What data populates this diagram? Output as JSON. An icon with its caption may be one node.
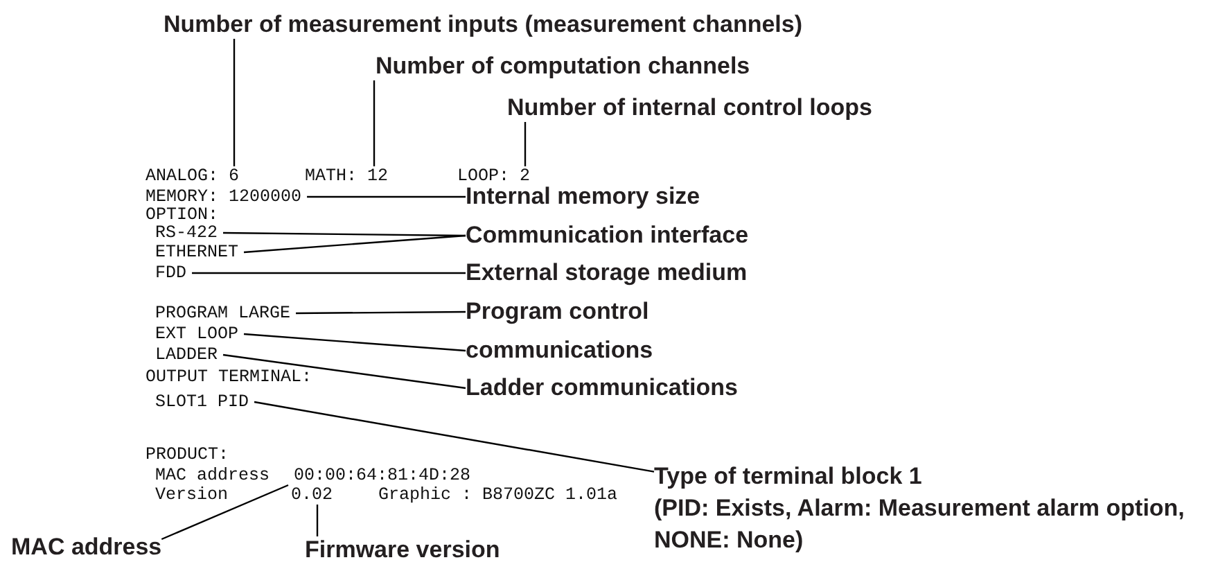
{
  "diagram": {
    "nodes": [
      {
        "text": [
          "Number of measurement inputs (measurement channels)"
        ]
      },
      {
        "text": [
          "Number of computation channels"
        ]
      },
      {
        "text": [
          "Number of internal control loops"
        ]
      },
      {
        "text": [
          "ANALOG: 6"
        ]
      },
      {
        "text": [
          "MATH: 12"
        ]
      },
      {
        "text": [
          "LOOP: 2"
        ]
      },
      {
        "text": [
          "MEMORY: 1200000"
        ]
      },
      {
        "text": [
          "Internal memory size"
        ]
      },
      {
        "text": [
          "RS-422"
        ]
      },
      {
        "text": [
          "Communication interface"
        ]
      },
      {
        "text": [
          "ETHERNET"
        ]
      },
      {
        "text": [
          "FDD"
        ]
      },
      {
        "text": [
          "External storage medium"
        ]
      },
      {
        "text": [
          "PROGRAM LARGE"
        ]
      },
      {
        "text": [
          "Program control"
        ]
      },
      {
        "text": [
          "EXT LOOP"
        ]
      },
      {
        "text": [
          "communications"
        ]
      },
      {
        "text": [
          "LADDER"
        ]
      },
      {
        "text": [
          "Ladder communications"
        ]
      },
      {
        "text": [
          "SLOT1 PID"
        ]
      },
      {
        "text": [
          "00:00:64:81:4D:28"
        ]
      },
      {
        "text": [
          "0.02"
        ]
      },
      {
        "text": [
          "Type of terminal block 1",
          "(PID: Exists, Alarm: Measurement alarm option, NONE: None)"
        ]
      },
      {
        "text": [
          "MAC address"
        ]
      },
      {
        "text": [
          "Firmware version"
        ]
      }
    ],
    "edges": [
      {
        "from": 0,
        "to": 3,
        "arrow": "none"
      },
      {
        "from": 1,
        "to": 4,
        "arrow": "none"
      },
      {
        "from": 2,
        "to": 5,
        "arrow": "none"
      },
      {
        "from": 7,
        "to": 6,
        "arrow": "none"
      },
      {
        "from": 9,
        "to": 8,
        "arrow": "none"
      },
      {
        "from": 9,
        "to": 10,
        "arrow": "none"
      },
      {
        "from": 12,
        "to": 11,
        "arrow": "none"
      },
      {
        "from": 14,
        "to": 13,
        "arrow": "none"
      },
      {
        "from": 16,
        "to": 15,
        "arrow": "none"
      },
      {
        "from": 18,
        "to": 17,
        "arrow": "none"
      },
      {
        "from": 22,
        "to": 19,
        "arrow": "none"
      },
      {
        "from": 23,
        "to": 20,
        "arrow": "none"
      },
      {
        "from": 24,
        "to": 21,
        "arrow": "none"
      }
    ],
    "labels": [
      "OPTION:",
      "OUTPUT TERMINAL:",
      "PRODUCT:",
      "MAC address",
      "Version",
      "Graphic : B8700ZC 1.01a"
    ]
  }
}
